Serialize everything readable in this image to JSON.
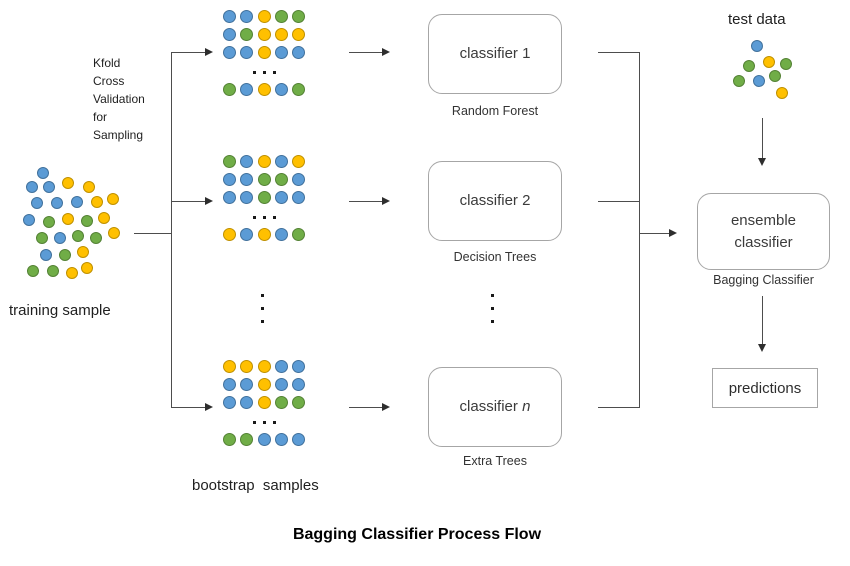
{
  "palette": {
    "blue": {
      "fill": "#5B9BD5",
      "stroke": "#41719C"
    },
    "yellow": {
      "fill": "#FFC000",
      "stroke": "#BF9000"
    },
    "green": {
      "fill": "#70AD47",
      "stroke": "#548235"
    }
  },
  "kfold_note": {
    "text": "Kfold\nCross\nValidation\nfor\nSampling"
  },
  "training_sample": {
    "label": "training sample",
    "dots": [
      [
        43,
        173,
        "blue"
      ],
      [
        32,
        187,
        "blue"
      ],
      [
        49,
        187,
        "blue"
      ],
      [
        68,
        183,
        "yellow"
      ],
      [
        89,
        187,
        "yellow"
      ],
      [
        37,
        203,
        "blue"
      ],
      [
        57,
        203,
        "blue"
      ],
      [
        77,
        202,
        "blue"
      ],
      [
        97,
        202,
        "yellow"
      ],
      [
        113,
        199,
        "yellow"
      ],
      [
        29,
        220,
        "blue"
      ],
      [
        49,
        222,
        "green"
      ],
      [
        68,
        219,
        "yellow"
      ],
      [
        87,
        221,
        "green"
      ],
      [
        104,
        218,
        "yellow"
      ],
      [
        42,
        238,
        "green"
      ],
      [
        60,
        238,
        "blue"
      ],
      [
        78,
        236,
        "green"
      ],
      [
        96,
        238,
        "green"
      ],
      [
        114,
        233,
        "yellow"
      ],
      [
        46,
        255,
        "blue"
      ],
      [
        65,
        255,
        "green"
      ],
      [
        83,
        252,
        "yellow"
      ],
      [
        33,
        271,
        "green"
      ],
      [
        53,
        271,
        "green"
      ],
      [
        72,
        273,
        "yellow"
      ],
      [
        87,
        268,
        "yellow"
      ]
    ]
  },
  "bootstrap": {
    "label": "bootstrap  samples",
    "grids": [
      {
        "rows": [
          [
            "blue",
            "blue",
            "yellow",
            "green",
            "green"
          ],
          [
            "blue",
            "green",
            "yellow",
            "yellow",
            "yellow"
          ],
          [
            "blue",
            "blue",
            "yellow",
            "blue",
            "blue"
          ]
        ],
        "last_row": [
          "green",
          "blue",
          "yellow",
          "blue",
          "green"
        ]
      },
      {
        "rows": [
          [
            "green",
            "blue",
            "yellow",
            "blue",
            "yellow"
          ],
          [
            "blue",
            "blue",
            "green",
            "green",
            "blue"
          ],
          [
            "blue",
            "blue",
            "green",
            "blue",
            "blue"
          ]
        ],
        "last_row": [
          "yellow",
          "blue",
          "yellow",
          "blue",
          "green"
        ]
      },
      {
        "rows": [
          [
            "yellow",
            "yellow",
            "yellow",
            "blue",
            "blue"
          ],
          [
            "blue",
            "blue",
            "yellow",
            "blue",
            "blue"
          ],
          [
            "blue",
            "blue",
            "yellow",
            "green",
            "green"
          ]
        ],
        "last_row": [
          "green",
          "green",
          "blue",
          "blue",
          "blue"
        ]
      }
    ]
  },
  "classifiers": [
    {
      "name": "classifier 1",
      "type": "Random Forest"
    },
    {
      "name": "classifier 2",
      "type": "Decision Trees"
    },
    {
      "name": "classifier",
      "name_italic": "n",
      "type": "Extra Trees"
    }
  ],
  "test_data": {
    "label": "test data",
    "dots": [
      [
        757,
        46,
        "blue"
      ],
      [
        749,
        66,
        "green"
      ],
      [
        769,
        62,
        "yellow"
      ],
      [
        786,
        64,
        "green"
      ],
      [
        739,
        81,
        "green"
      ],
      [
        759,
        81,
        "blue"
      ],
      [
        775,
        76,
        "green"
      ],
      [
        782,
        93,
        "yellow"
      ]
    ]
  },
  "ensemble": {
    "name": "ensemble\nclassifier",
    "type": "Bagging Classifier"
  },
  "predictions": {
    "label": "predictions"
  },
  "title": {
    "text": "Bagging Classifier Process Flow"
  }
}
